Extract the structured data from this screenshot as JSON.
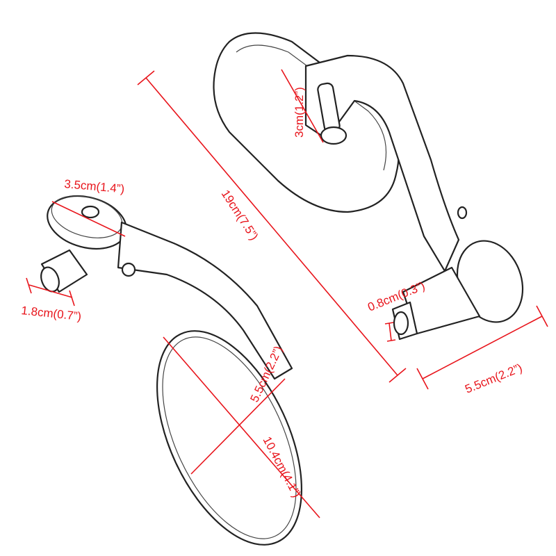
{
  "dimensions": {
    "mirror_arm_gap": "3cm(1.2”)",
    "clamp_diameter": "3.5cm(1.4”)",
    "overall_length": "19cm(7.5”)",
    "end_plug_length": "1.8cm(0.7”)",
    "thread_diameter": "0.8cm(0.3”)",
    "mount_width": "5.5cm(2.2”)",
    "mirror_width": "5.5cm(2.2”)",
    "mirror_length": "10.4cm(4.1”)"
  },
  "colors": {
    "dimension": "#e8141b",
    "outline": "#222222"
  }
}
